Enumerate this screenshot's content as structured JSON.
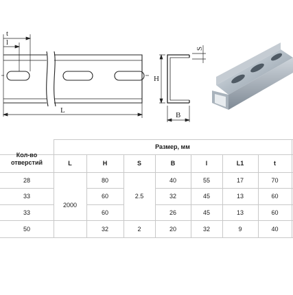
{
  "drawing": {
    "dim_t": "t",
    "dim_l": "l",
    "dim_L": "L",
    "dim_H": "H",
    "dim_S": "S",
    "dim_B": "B"
  },
  "table": {
    "header_count": "Кол-во отверстий",
    "header_size": "Размер, мм",
    "columns": [
      "L",
      "H",
      "S",
      "B",
      "l",
      "L1",
      "t"
    ],
    "rows": [
      {
        "count": "28",
        "H": "80",
        "B": "40",
        "l": "55",
        "L1": "17",
        "t": "70"
      },
      {
        "count": "33",
        "H": "60",
        "B": "32",
        "l": "45",
        "L1": "13",
        "t": "60"
      },
      {
        "count": "33",
        "H": "60",
        "B": "26",
        "l": "45",
        "L1": "13",
        "t": "60"
      },
      {
        "count": "50",
        "H": "32",
        "B": "20",
        "l": "32",
        "L1": "9",
        "t": "40"
      }
    ],
    "L_value": "2000",
    "S_value_1": "2.5",
    "S_value_2": "2"
  },
  "colors": {
    "line": "#222222",
    "grid": "#c8c8c8",
    "metal": "#b9c3cc"
  },
  "icons": {
    "photo": "perforated-channel-photo"
  }
}
